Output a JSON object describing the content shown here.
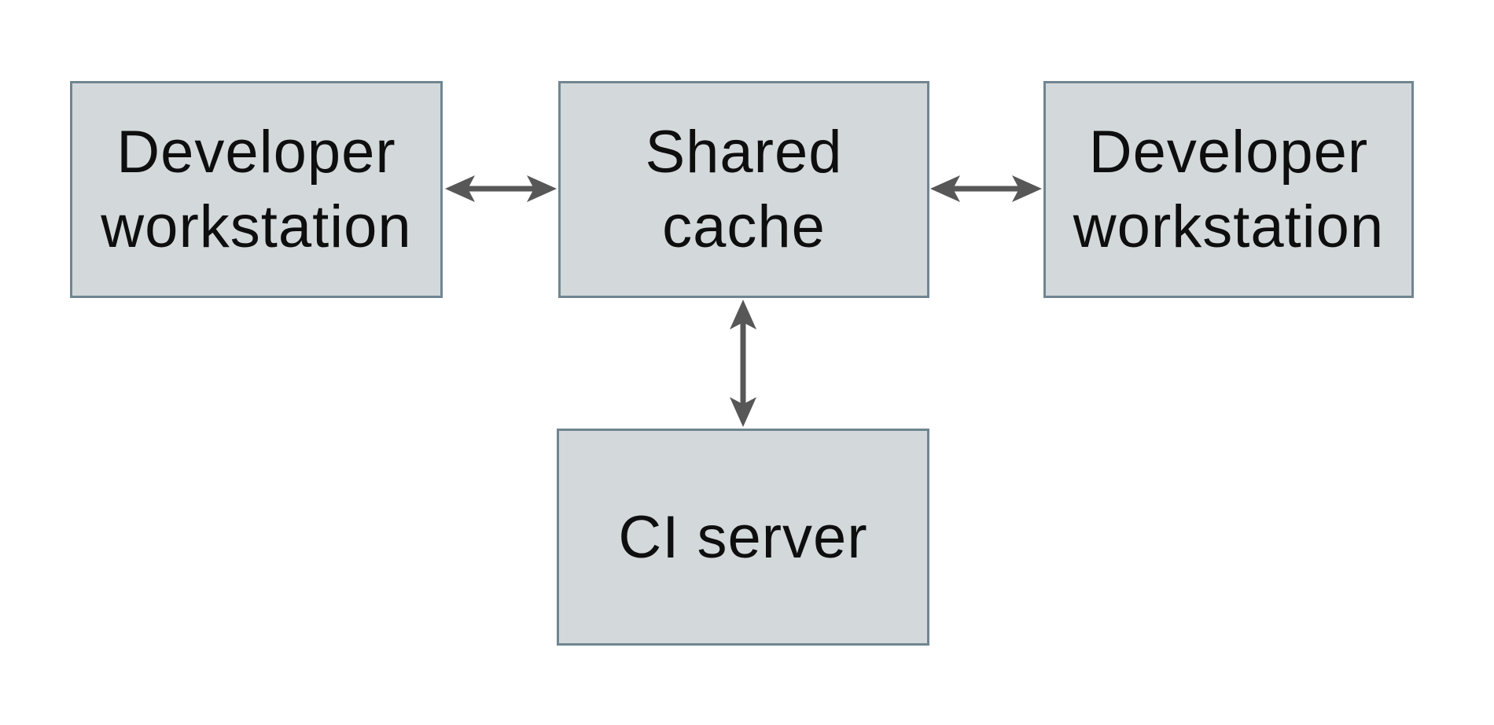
{
  "diagram": {
    "nodes": [
      {
        "id": "developer-workstation-left",
        "label": "Developer\nworkstation"
      },
      {
        "id": "shared-cache",
        "label": "Shared\ncache"
      },
      {
        "id": "developer-workstation-right",
        "label": "Developer\nworkstation"
      },
      {
        "id": "ci-server",
        "label": "CI server"
      }
    ],
    "edges": [
      {
        "from": "developer-workstation-left",
        "to": "shared-cache",
        "type": "bidirectional-arrow"
      },
      {
        "from": "shared-cache",
        "to": "developer-workstation-right",
        "type": "bidirectional-arrow"
      },
      {
        "from": "shared-cache",
        "to": "ci-server",
        "type": "bidirectional-arrow"
      }
    ],
    "colors": {
      "node_fill": "#d3d9db",
      "node_border": "#708691",
      "arrow": "#575757",
      "text": "#0e0e0e",
      "background": "#ffffff"
    }
  }
}
